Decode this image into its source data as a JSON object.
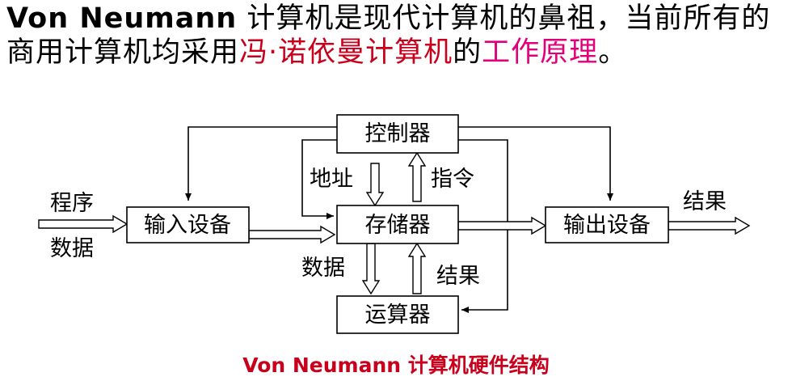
{
  "intro": {
    "lead": "Von Neumann",
    "part1": " 计算机是现代计算机的鼻祖，当前所有的商用计算机均采用",
    "highlight1": "冯·诺依曼计算机",
    "part2": "的",
    "highlight2": "工作原理",
    "part3": "。"
  },
  "boxes": {
    "controller": "控制器",
    "input": "输入设备",
    "memory": "存储器",
    "output": "输出设备",
    "alu": "运算器"
  },
  "labels": {
    "program": "程序",
    "data_in": "数据",
    "address": "地址",
    "instruction": "指令",
    "data_alu": "数据",
    "result_alu": "结果",
    "result_out": "结果"
  },
  "caption": "Von Neumann 计算机硬件结构",
  "colors": {
    "highlight_red": "#c8001c",
    "highlight_pink": "#e0007a"
  }
}
